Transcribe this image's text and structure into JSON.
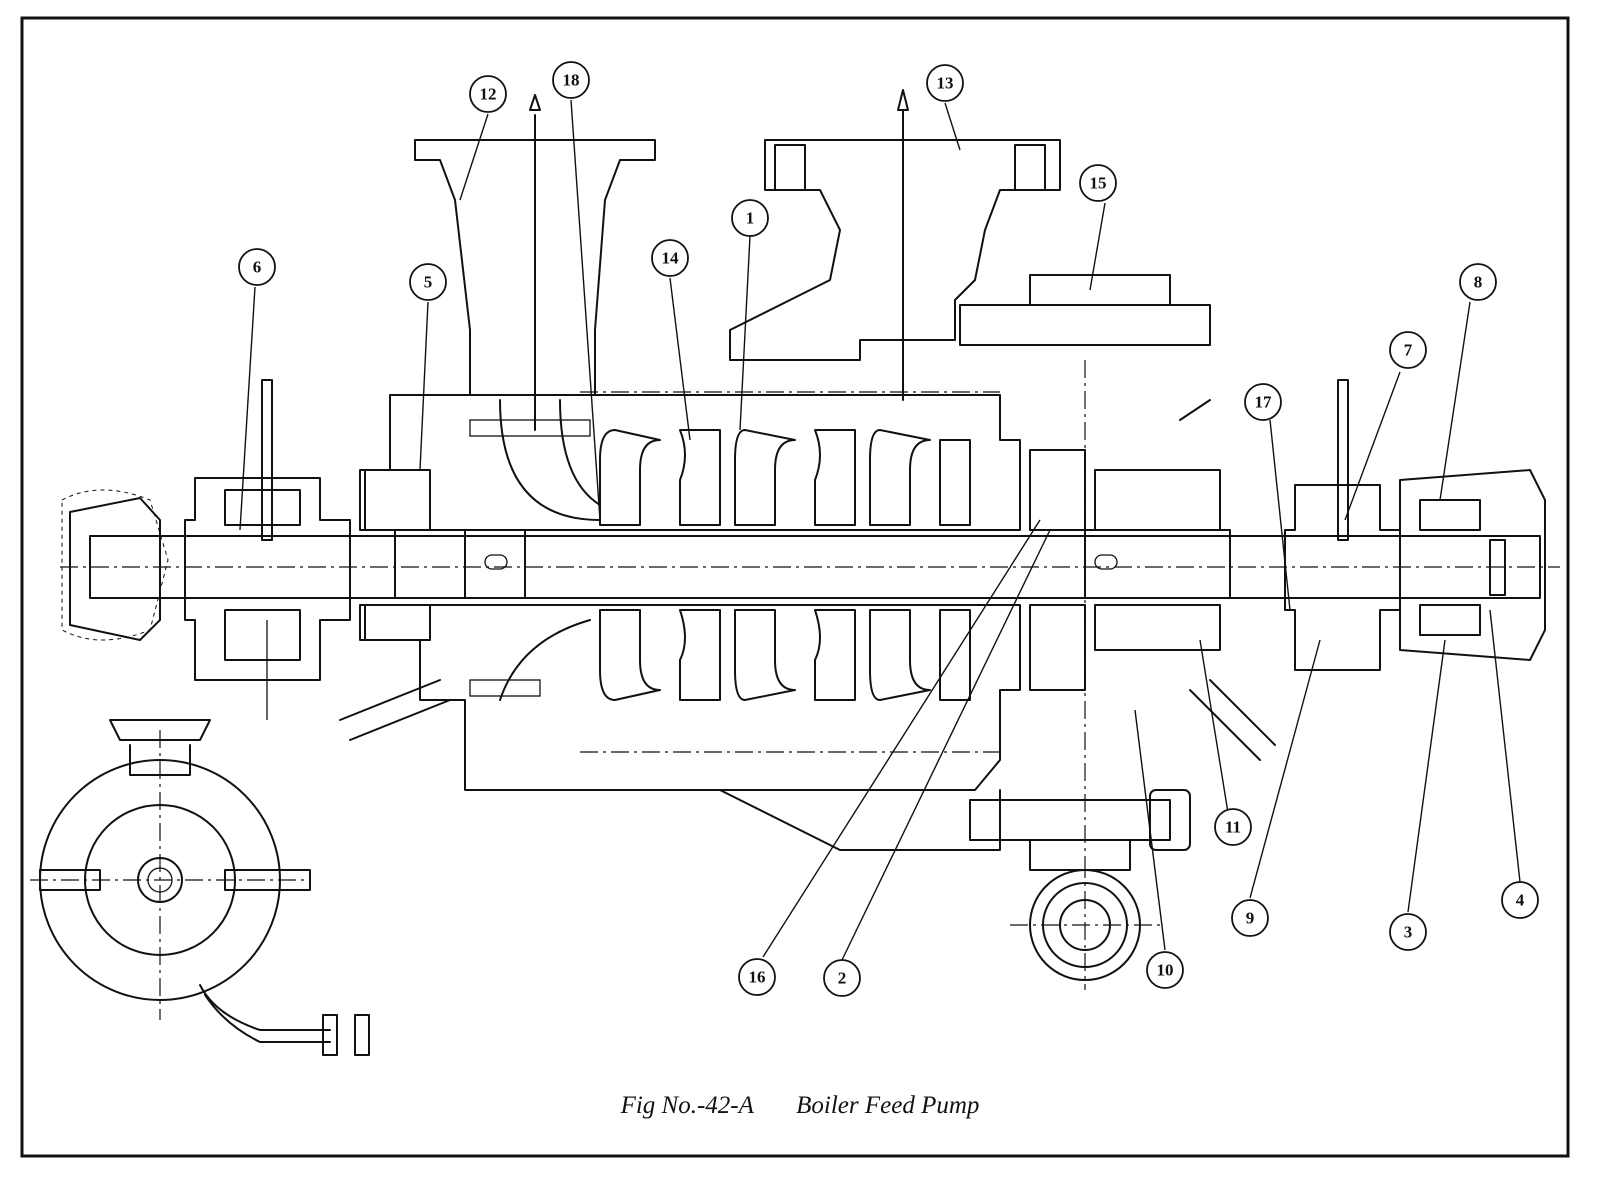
{
  "caption": {
    "figure_number": "Fig No.-42-A",
    "title": "Boiler Feed Pump"
  },
  "callouts": [
    {
      "id": "c1",
      "label": "1"
    },
    {
      "id": "c2",
      "label": "2"
    },
    {
      "id": "c3",
      "label": "3"
    },
    {
      "id": "c4",
      "label": "4"
    },
    {
      "id": "c5",
      "label": "5"
    },
    {
      "id": "c6",
      "label": "6"
    },
    {
      "id": "c7",
      "label": "7"
    },
    {
      "id": "c8",
      "label": "8"
    },
    {
      "id": "c9",
      "label": "9"
    },
    {
      "id": "c10",
      "label": "10"
    },
    {
      "id": "c11",
      "label": "11"
    },
    {
      "id": "c12",
      "label": "12"
    },
    {
      "id": "c13",
      "label": "13"
    },
    {
      "id": "c14",
      "label": "14"
    },
    {
      "id": "c15",
      "label": "15"
    },
    {
      "id": "c16",
      "label": "16"
    },
    {
      "id": "c17",
      "label": "17"
    },
    {
      "id": "c18",
      "label": "18"
    }
  ]
}
